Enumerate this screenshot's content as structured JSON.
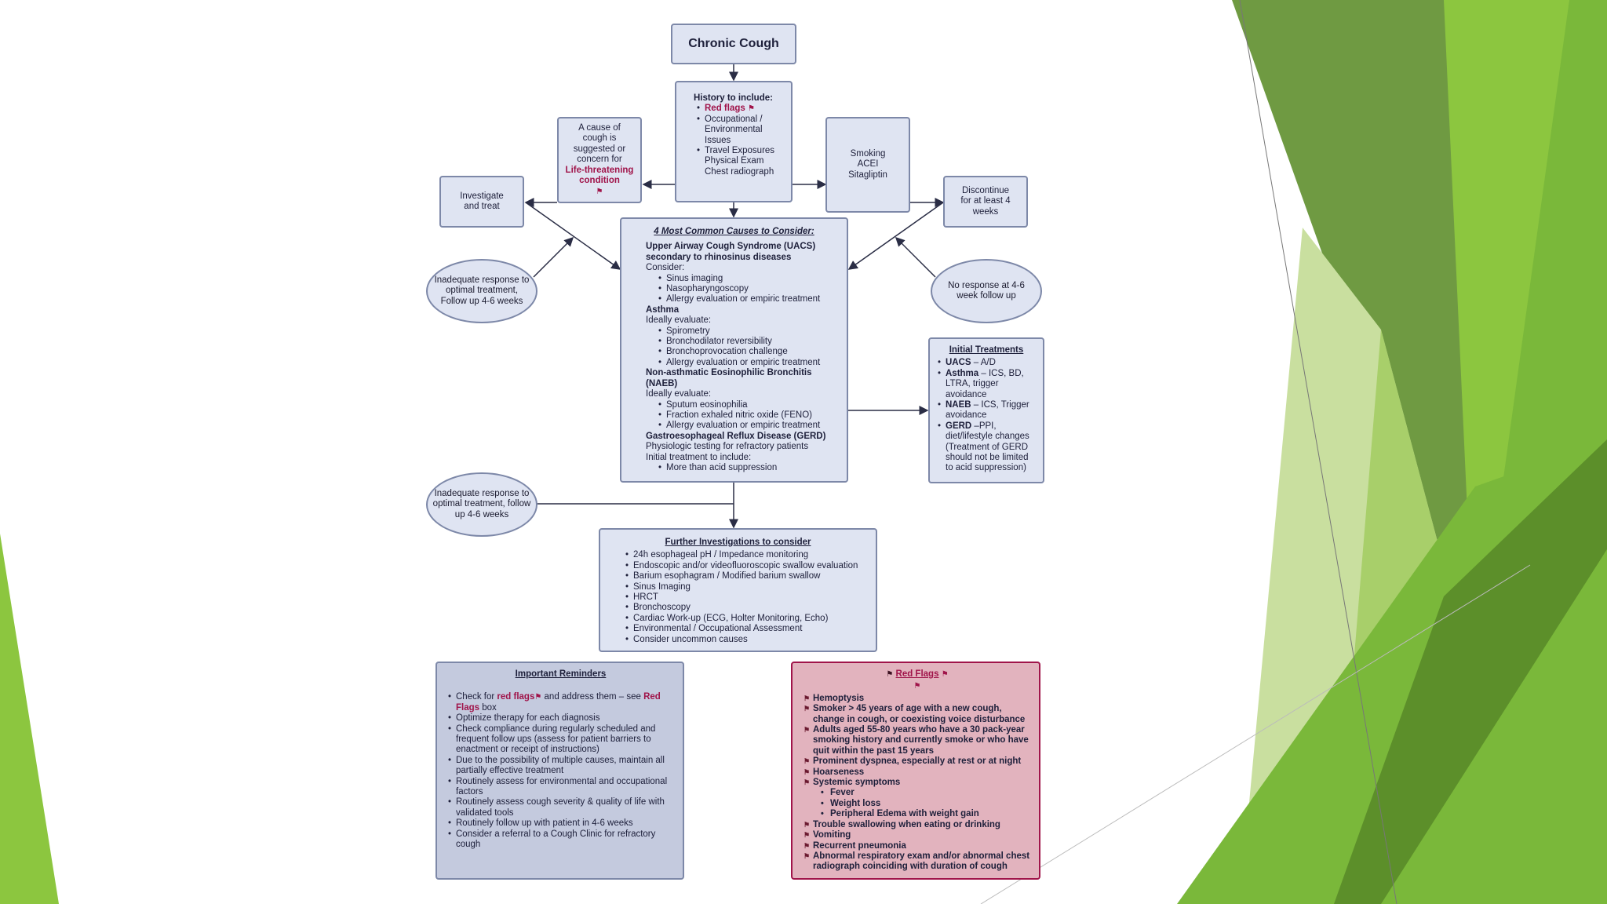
{
  "title": "Chronic Cough",
  "history": {
    "heading": "History to include:",
    "red_flags": "Red flags",
    "items": [
      "Occupational / Environmental Issues",
      "Travel Exposures"
    ],
    "tail": [
      "Physical Exam",
      "Chest radiograph"
    ]
  },
  "cause_box": {
    "line1": "A cause of cough is suggested or concern for",
    "line2": "Life-threatening condition"
  },
  "smoking_box": {
    "lines": [
      "Smoking",
      "ACEI",
      "Sitagliptin"
    ]
  },
  "investigate": "Investigate and treat",
  "discontinue": "Discontinue for at least 4 weeks",
  "inadequate_top": "Inadequate response to optimal treatment, Follow up 4-6 weeks",
  "no_response": "No response at 4-6 week follow up",
  "inadequate_bottom": "Inadequate response to optimal treatment, follow up 4-6 weeks",
  "causes": {
    "heading": "4 Most Common Causes to Consider:",
    "uacs_title": "Upper Airway Cough Syndrome (UACS) secondary to rhinosinus diseases",
    "uacs_sub": "Consider:",
    "uacs_items": [
      "Sinus imaging",
      "Nasopharyngoscopy",
      "Allergy evaluation or empiric treatment"
    ],
    "asthma_title": "Asthma",
    "asthma_sub": "Ideally evaluate:",
    "asthma_items": [
      "Spirometry",
      "Bronchodilator reversibility",
      "Bronchoprovocation challenge",
      "Allergy evaluation or empiric treatment"
    ],
    "naeb_title": "Non-asthmatic Eosinophilic Bronchitis (NAEB)",
    "naeb_sub": "Ideally evaluate:",
    "naeb_items": [
      "Sputum eosinophilia",
      "Fraction exhaled nitric oxide (FENO)",
      "Allergy evaluation or empiric treatment"
    ],
    "gerd_title": "Gastroesophageal Reflux Disease (GERD)",
    "gerd_sub1": "Physiologic testing for refractory patients",
    "gerd_sub2": "Initial treatment to include:",
    "gerd_items": [
      "More than acid suppression"
    ]
  },
  "initial": {
    "heading": "Initial Treatments",
    "items": [
      {
        "b": "UACS",
        "t": " – A/D"
      },
      {
        "b": "Asthma",
        "t": " – ICS, BD, LTRA, trigger avoidance"
      },
      {
        "b": "NAEB",
        "t": " – ICS, Trigger avoidance"
      },
      {
        "b": "GERD",
        "t": " –PPI, diet/lifestyle changes (Treatment of GERD should not be limited to acid suppression)"
      }
    ]
  },
  "further": {
    "heading": "Further Investigations to consider",
    "items": [
      "24h esophageal pH / Impedance monitoring",
      "Endoscopic and/or videofluoroscopic swallow evaluation",
      "Barium esophagram / Modified barium swallow",
      "Sinus Imaging",
      "HRCT",
      "Bronchoscopy",
      "Cardiac Work-up (ECG, Holter Monitoring, Echo)",
      "Environmental / Occupational Assessment",
      "Consider uncommon causes"
    ]
  },
  "reminders": {
    "heading": "Important Reminders",
    "first_a": "Check for ",
    "first_red": "red flags",
    "first_b": " and address them – see ",
    "first_red2": "Red Flags",
    "first_c": " box",
    "items": [
      "Optimize therapy for each diagnosis",
      "Check compliance during regularly scheduled and frequent follow ups (assess for patient barriers to enactment or receipt of instructions)",
      "Due to the possibility of multiple causes, maintain all partially effective treatment",
      "Routinely assess for environmental and occupational factors",
      "Routinely assess cough severity & quality of life with validated tools",
      "Routinely follow up with patient in 4-6 weeks",
      "Consider a referral to a Cough Clinic for refractory cough"
    ]
  },
  "red_flags": {
    "heading": "Red Flags",
    "items_a": [
      "Hemoptysis",
      "Smoker > 45 years of age with a new cough, change in cough, or coexisting voice disturbance",
      "Adults aged 55-80 years who have a 30 pack-year smoking history and currently smoke or who have quit within the past 15 years",
      "Prominent dyspnea, especially at rest or at night",
      "Hoarseness",
      "Systemic symptoms"
    ],
    "sub": [
      "Fever",
      "Weight loss",
      "Peripheral Edema with weight gain"
    ],
    "items_b": [
      "Trouble swallowing when eating or drinking",
      "Vomiting",
      "Recurrent pneumonia",
      "Abnormal respiratory exam and/or abnormal chest radiograph coinciding with duration of cough"
    ]
  },
  "colors": {
    "green_dark": "#6f9a42",
    "green": "#8cc63f",
    "green_light": "#c9df9f",
    "box_fill": "#dfe4f2",
    "redflag_fill": "#e6b3bf",
    "accent_red": "#a0144a"
  }
}
